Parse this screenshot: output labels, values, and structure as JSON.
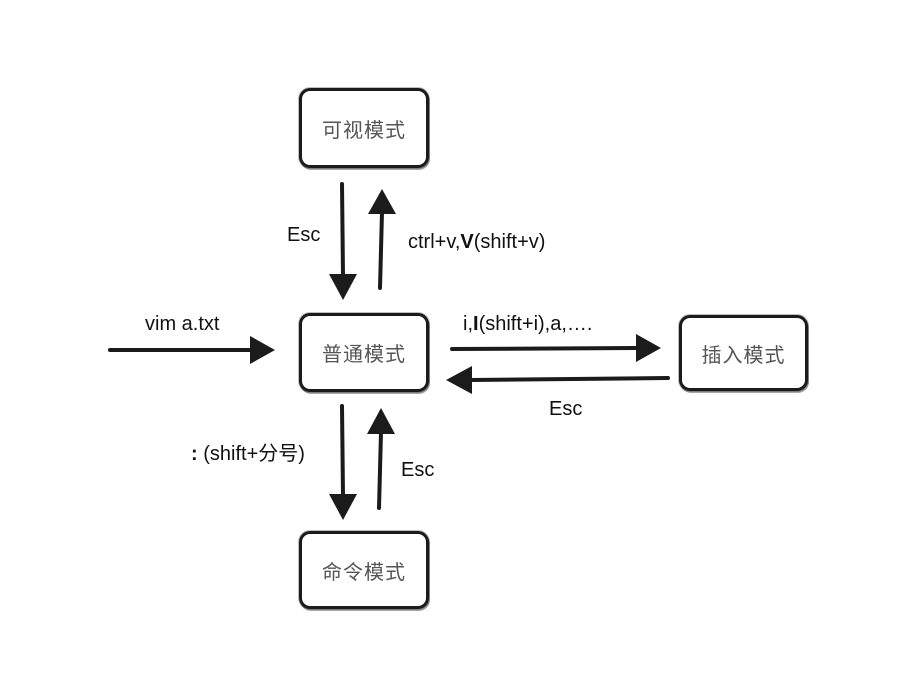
{
  "nodes": {
    "visual": "可视模式",
    "normal": "普通模式",
    "insert": "插入模式",
    "command": "命令模式"
  },
  "edges": {
    "start": "vim a.txt",
    "to_visual_prefix": "ctrl+v,",
    "to_visual_key": "V",
    "to_visual_suffix": "(shift+v)",
    "from_visual": "Esc",
    "to_insert_prefix": "i,",
    "to_insert_key": "I",
    "to_insert_suffix": "(shift+i),a,….",
    "from_insert": "Esc",
    "to_command_key": ":",
    "to_command_suffix": " (shift+分号)",
    "from_command": "Esc"
  }
}
